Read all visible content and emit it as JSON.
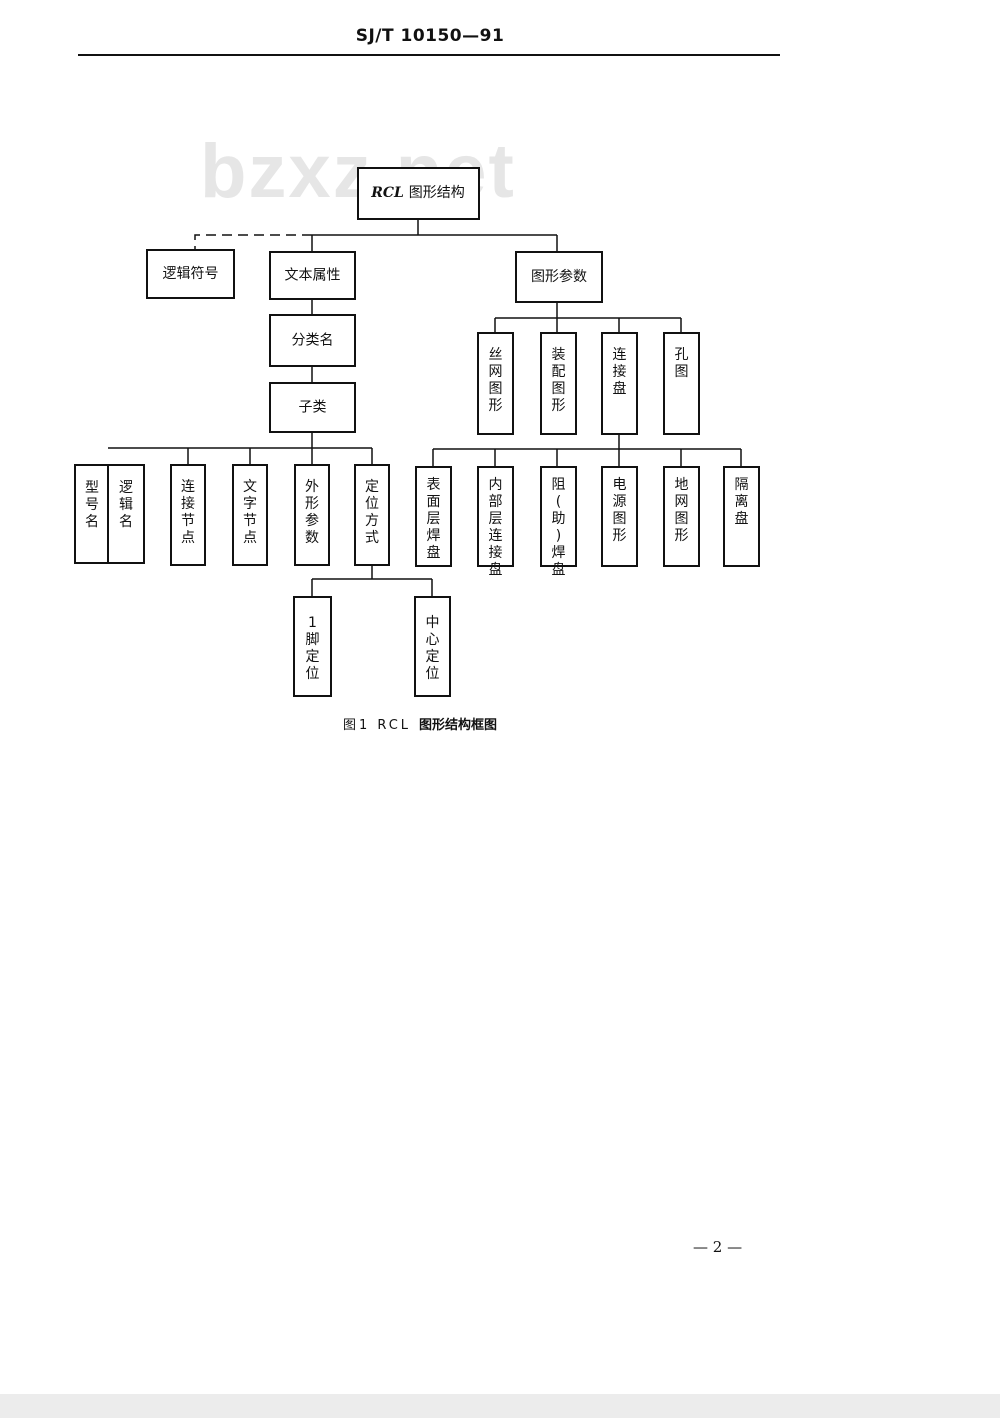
{
  "header": {
    "doc_code": "SJ/T 10150—91"
  },
  "watermark": "bzxz.net",
  "diagram": {
    "root": {
      "prefix": "RCL",
      "label": "图形结构"
    },
    "logic_symbol": "逻辑符号",
    "text_attr": "文本属性",
    "graph_params": "图形参数",
    "category_name": "分类名",
    "subcategory": "子类",
    "sub_leaves": [
      "型号名",
      "逻辑名",
      "连接节点",
      "文字节点",
      "外形参数",
      "定位方式"
    ],
    "positioning_children": [
      "1脚定位",
      "中心定位"
    ],
    "param_children": [
      "丝网图形",
      "装配图形",
      "连接盘",
      "孔图"
    ],
    "pad_children": [
      "表面层焊盘",
      "内部层连接盘",
      "阻(助)焊盘",
      "电源图形",
      "地网图形",
      "隔离盘"
    ]
  },
  "caption": {
    "lead": "图1 RCL",
    "rest": "图形结构框图"
  },
  "page_number": "— 2 —"
}
